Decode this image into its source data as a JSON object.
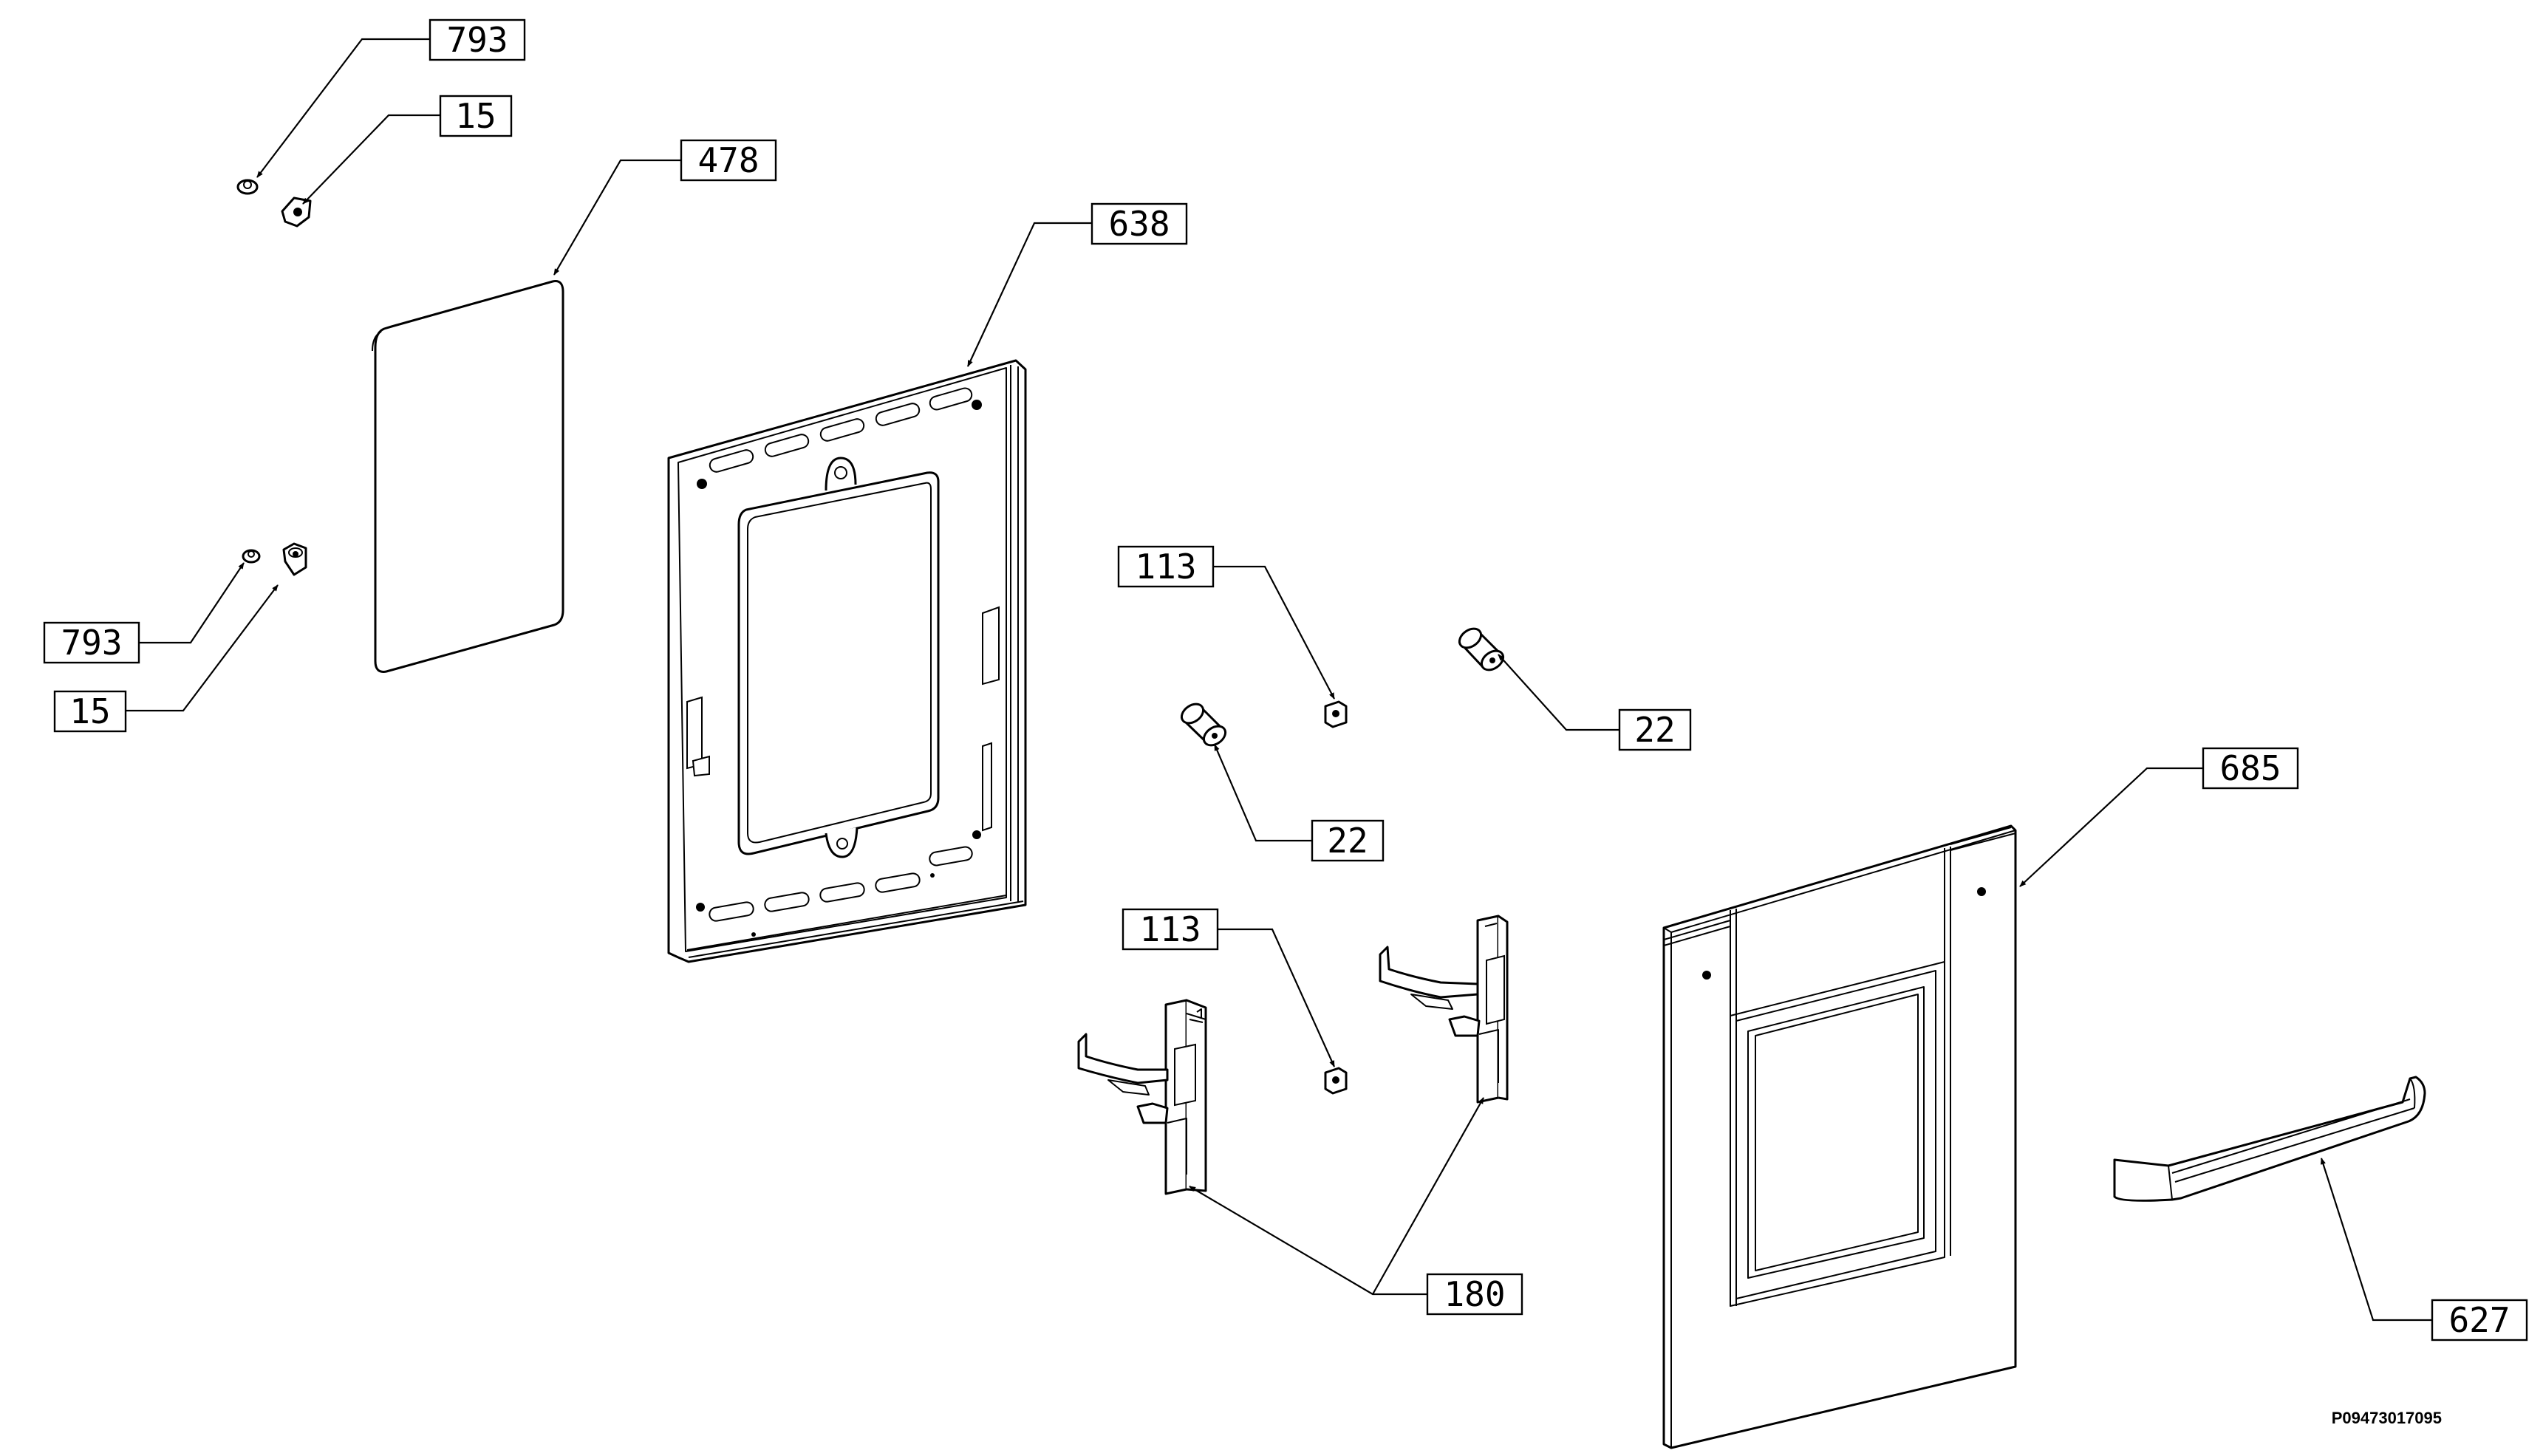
{
  "diagram": {
    "reference_code": "P09473017095",
    "callouts": [
      {
        "id": "c1",
        "label": "793"
      },
      {
        "id": "c2",
        "label": "15"
      },
      {
        "id": "c3",
        "label": "478"
      },
      {
        "id": "c4",
        "label": "638"
      },
      {
        "id": "c5",
        "label": "793"
      },
      {
        "id": "c6",
        "label": "15"
      },
      {
        "id": "c7",
        "label": "113"
      },
      {
        "id": "c8",
        "label": "22"
      },
      {
        "id": "c9",
        "label": "22"
      },
      {
        "id": "c10",
        "label": "685"
      },
      {
        "id": "c11",
        "label": "113"
      },
      {
        "id": "c12",
        "label": "180"
      },
      {
        "id": "c13",
        "label": "627"
      }
    ]
  }
}
